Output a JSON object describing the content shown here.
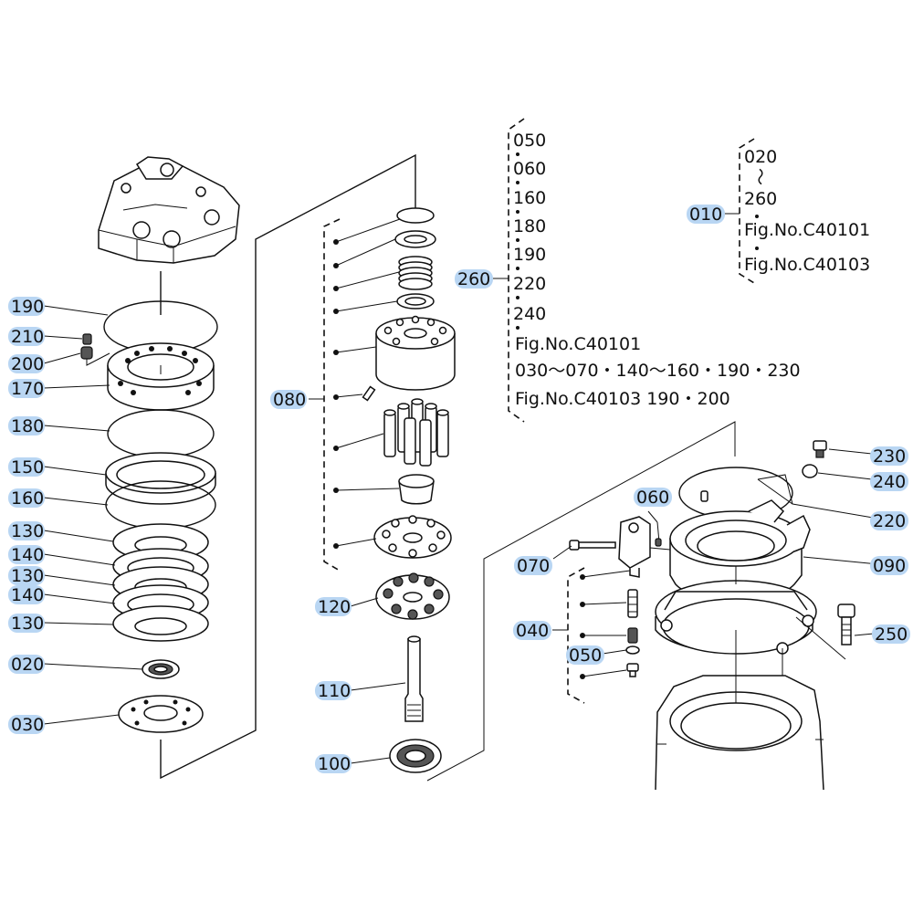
{
  "callouts": {
    "p190": "190",
    "p210": "210",
    "p200": "200",
    "p170": "170",
    "p180": "180",
    "p150": "150",
    "p160": "160",
    "p130a": "130",
    "p140a": "140",
    "p130b": "130",
    "p140b": "140",
    "p130c": "130",
    "p020": "020",
    "p030": "030",
    "p080": "080",
    "p120": "120",
    "p110": "110",
    "p100": "100",
    "p260": "260",
    "p010": "010",
    "p060": "060",
    "p070": "070",
    "p040": "040",
    "p050": "050",
    "p230": "230",
    "p240": "240",
    "p220": "220",
    "p090": "090",
    "p250": "250"
  },
  "kit260": {
    "items": [
      "050",
      "060",
      "160",
      "180",
      "190",
      "220",
      "240"
    ],
    "fig1": "Fig.No.C40101",
    "fig1_parts": "030～070・140～160・190・230",
    "fig2": "Fig.No.C40103  190・200"
  },
  "kit010": {
    "from": "020",
    "tilde": "～",
    "to": "260",
    "fig1": "Fig.No.C40101",
    "fig2": "Fig.No.C40103"
  },
  "colors": {
    "callout_highlight": "#b9d6f3",
    "ink": "#111111"
  }
}
